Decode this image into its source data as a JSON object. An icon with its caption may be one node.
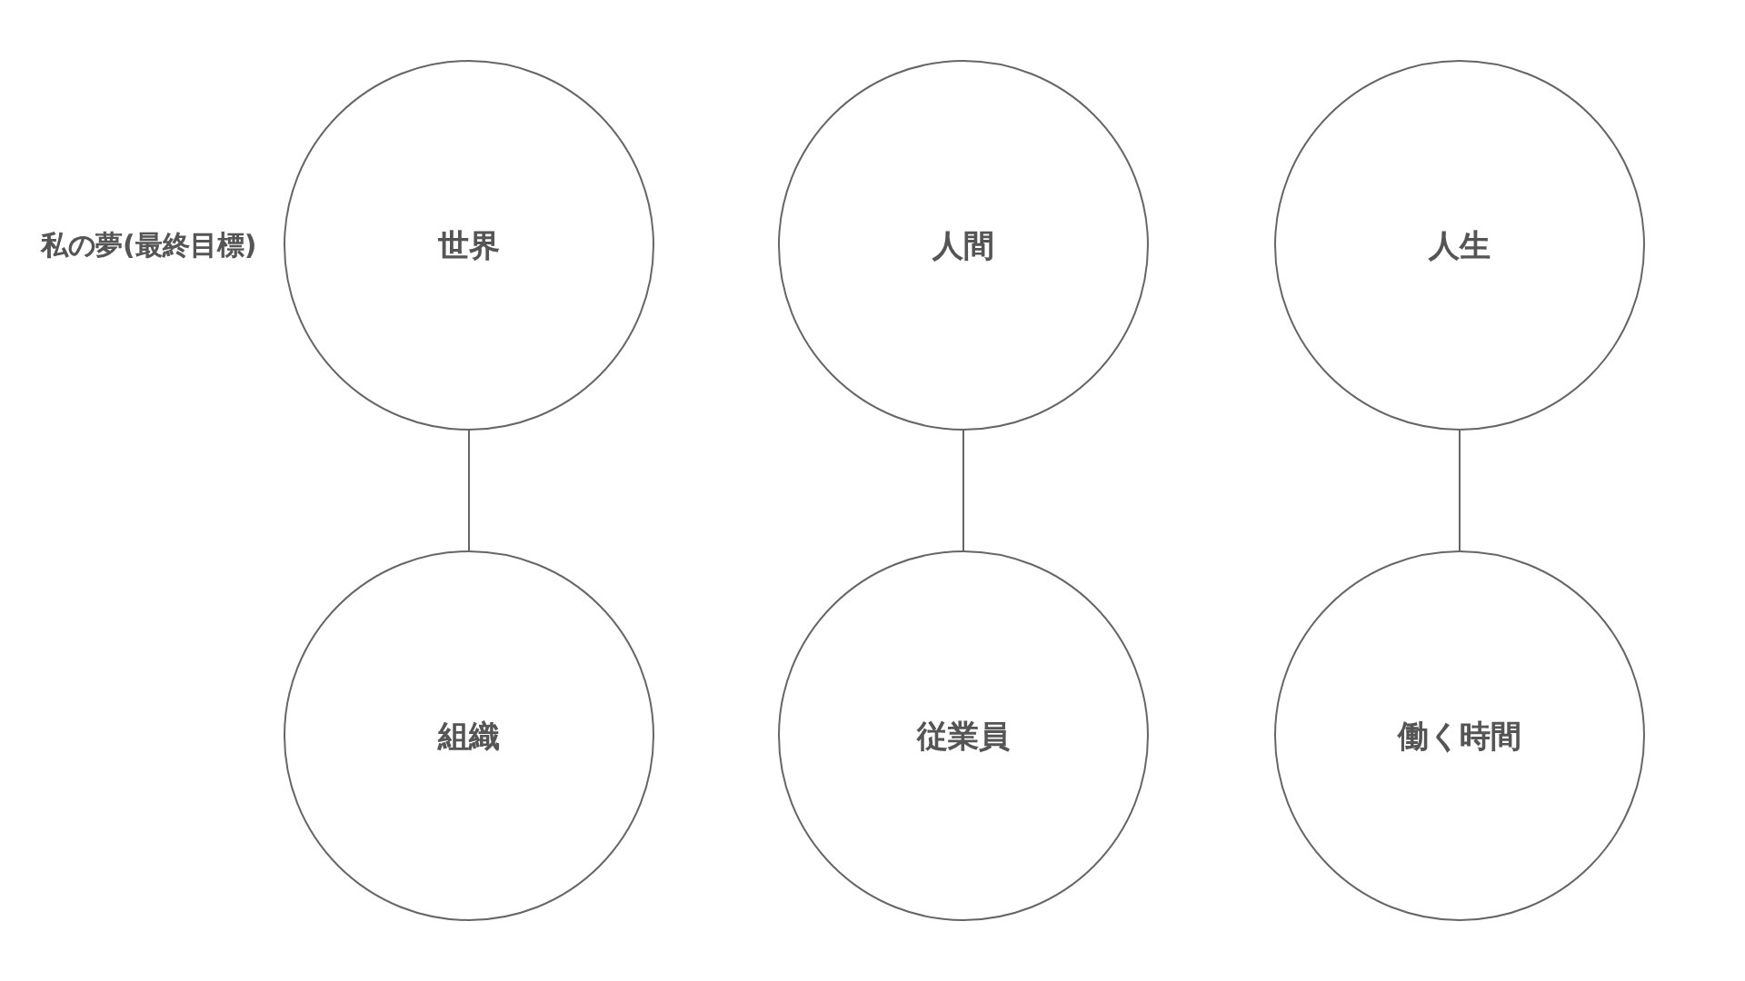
{
  "diagram": {
    "nodes": [
      {
        "text": [
          "世界"
        ]
      },
      {
        "text": [
          "人間"
        ]
      },
      {
        "text": [
          "人生"
        ]
      },
      {
        "text": [
          "組織"
        ]
      },
      {
        "text": [
          "従業員"
        ]
      },
      {
        "text": [
          "働く時間"
        ]
      }
    ],
    "edges": [
      {
        "from": 0,
        "to": 3,
        "arrow": "none"
      },
      {
        "from": 1,
        "to": 4,
        "arrow": "none"
      },
      {
        "from": 2,
        "to": 5,
        "arrow": "none"
      }
    ],
    "labels": [
      "私の夢(最終目標)"
    ]
  }
}
